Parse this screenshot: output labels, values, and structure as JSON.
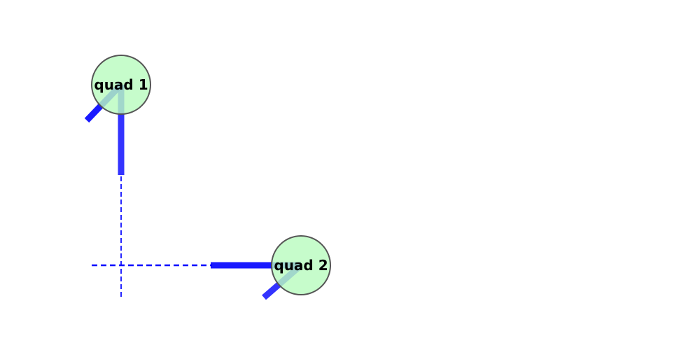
{
  "diagram": {
    "nodes": [
      {
        "id": "quad1",
        "label": "quad 1"
      },
      {
        "id": "quad2",
        "label": "quad 2"
      }
    ],
    "colors": {
      "background": "#ffffff",
      "node_fill": "#b9fbc0",
      "node_stroke": "#555555",
      "edge": "#0000ff"
    }
  }
}
